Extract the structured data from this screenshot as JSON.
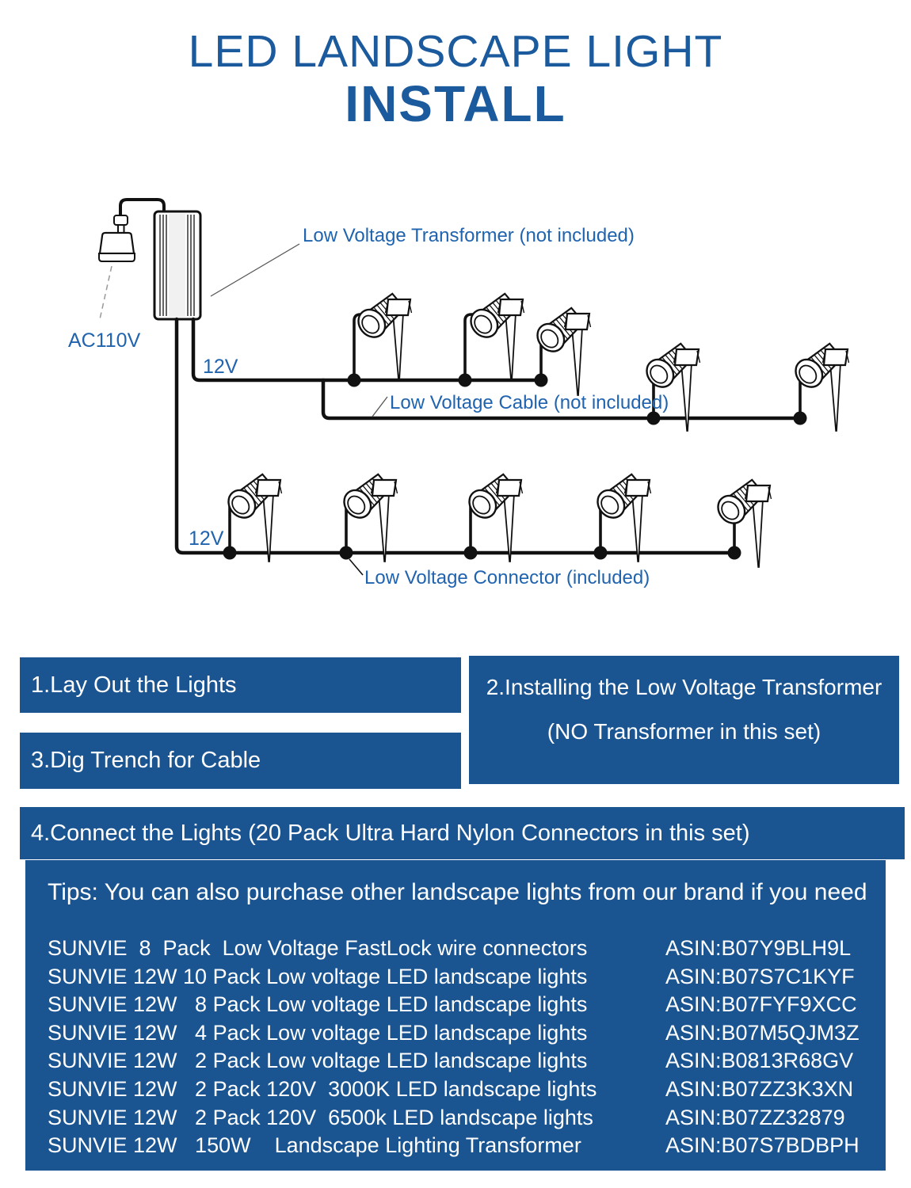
{
  "colors": {
    "title_blue": "#1b5a9c",
    "bar_blue": "#1a5591",
    "label_blue": "#2063ae",
    "wire_black": "#111111"
  },
  "title": {
    "line1": "LED LANDSCAPE LIGHT",
    "line2": "INSTALL"
  },
  "diagram": {
    "labels": {
      "ac": "AC110V",
      "transformer": "Low Voltage Transformer (not included)",
      "v12_top": "12V",
      "v12_bottom": "12V",
      "cable": "Low Voltage Cable (not included)",
      "connector": "Low Voltage Connector (included)"
    },
    "icons": {
      "spotlights_top_row": 5,
      "spotlights_bottom_row": 5,
      "connector_dots": 10
    }
  },
  "steps": [
    {
      "label": "1.Lay Out the Lights"
    },
    {
      "label": "2.Installing the Low Voltage Transformer",
      "sub": "(NO Transformer in this set)"
    },
    {
      "label": "3.Dig Trench for Cable"
    },
    {
      "label": "4.Connect the Lights (20 Pack Ultra Hard Nylon Connectors in this set)"
    }
  ],
  "tips": {
    "title": "Tips: You can also purchase other landscape lights from our brand if you need",
    "products": [
      {
        "name": "SUNVIE  8  Pack  Low Voltage FastLock wire connectors",
        "asin": "ASIN:B07Y9BLH9L"
      },
      {
        "name": "SUNVIE 12W 10 Pack Low voltage LED landscape lights",
        "asin": "ASIN:B07S7C1KYF"
      },
      {
        "name": "SUNVIE 12W   8 Pack Low voltage LED landscape lights",
        "asin": "ASIN:B07FYF9XCC"
      },
      {
        "name": "SUNVIE 12W   4 Pack Low voltage LED landscape lights",
        "asin": "ASIN:B07M5QJM3Z"
      },
      {
        "name": "SUNVIE 12W   2 Pack Low voltage LED landscape lights",
        "asin": "ASIN:B0813R68GV"
      },
      {
        "name": "SUNVIE 12W   2 Pack 120V  3000K LED landscape lights",
        "asin": "ASIN:B07ZZ3K3XN"
      },
      {
        "name": "SUNVIE 12W   2 Pack 120V  6500k LED landscape lights",
        "asin": "ASIN:B07ZZ32879"
      },
      {
        "name": "SUNVIE 12W   150W    Landscape Lighting Transformer",
        "asin": "ASIN:B07S7BDBPH"
      }
    ]
  }
}
